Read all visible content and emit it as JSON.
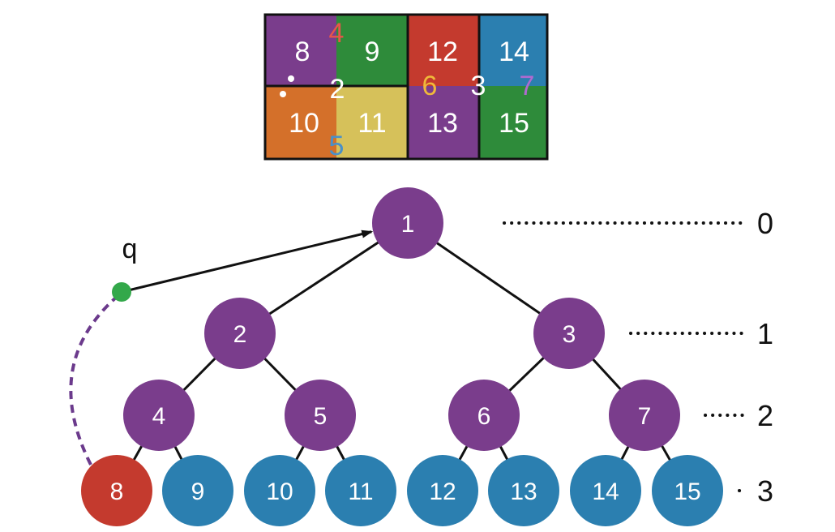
{
  "colors": {
    "purple": "#7a3d8c",
    "green": "#2e8b3a",
    "red": "#c43a2e",
    "blue": "#2b7fb0",
    "orange": "#d4702a",
    "yellow": "#d6c15a",
    "query_point": "#33a84a",
    "edge": "#111111"
  },
  "quadtree_grid": {
    "cells": [
      {
        "label": "8",
        "color": "purple"
      },
      {
        "label": "9",
        "color": "green"
      },
      {
        "label": "12",
        "color": "red"
      },
      {
        "label": "14",
        "color": "blue"
      },
      {
        "label": "10",
        "color": "orange"
      },
      {
        "label": "11",
        "color": "yellow"
      },
      {
        "label": "13",
        "color": "purple"
      },
      {
        "label": "15",
        "color": "green"
      }
    ],
    "overlay_labels": [
      {
        "text": "4",
        "color": "#e8554a"
      },
      {
        "text": "2",
        "color": "#ffffff"
      },
      {
        "text": "5",
        "color": "#4a90c8"
      },
      {
        "text": "6",
        "color": "#f0b93a"
      },
      {
        "text": "3",
        "color": "#ffffff"
      },
      {
        "text": "7",
        "color": "#b06ad0"
      }
    ]
  },
  "tree": {
    "nodes": [
      {
        "id": "1",
        "label": "1",
        "level": 0,
        "color": "purple"
      },
      {
        "id": "2",
        "label": "2",
        "level": 1,
        "color": "purple"
      },
      {
        "id": "3",
        "label": "3",
        "level": 1,
        "color": "purple"
      },
      {
        "id": "4",
        "label": "4",
        "level": 2,
        "color": "purple"
      },
      {
        "id": "5",
        "label": "5",
        "level": 2,
        "color": "purple"
      },
      {
        "id": "6",
        "label": "6",
        "level": 2,
        "color": "purple"
      },
      {
        "id": "7",
        "label": "7",
        "level": 2,
        "color": "purple"
      },
      {
        "id": "8",
        "label": "8",
        "level": 3,
        "color": "red"
      },
      {
        "id": "9",
        "label": "9",
        "level": 3,
        "color": "blue"
      },
      {
        "id": "10",
        "label": "10",
        "level": 3,
        "color": "blue"
      },
      {
        "id": "11",
        "label": "11",
        "level": 3,
        "color": "blue"
      },
      {
        "id": "12",
        "label": "12",
        "level": 3,
        "color": "blue"
      },
      {
        "id": "13",
        "label": "13",
        "level": 3,
        "color": "blue"
      },
      {
        "id": "14",
        "label": "14",
        "level": 3,
        "color": "blue"
      },
      {
        "id": "15",
        "label": "15",
        "level": 3,
        "color": "blue"
      }
    ],
    "edges": [
      [
        "1",
        "2"
      ],
      [
        "1",
        "3"
      ],
      [
        "2",
        "4"
      ],
      [
        "2",
        "5"
      ],
      [
        "3",
        "6"
      ],
      [
        "3",
        "7"
      ],
      [
        "4",
        "8"
      ],
      [
        "4",
        "9"
      ],
      [
        "5",
        "10"
      ],
      [
        "5",
        "11"
      ],
      [
        "6",
        "12"
      ],
      [
        "6",
        "13"
      ],
      [
        "7",
        "14"
      ],
      [
        "7",
        "15"
      ]
    ]
  },
  "levels": [
    {
      "label": "0"
    },
    {
      "label": "1"
    },
    {
      "label": "2"
    },
    {
      "label": "3"
    }
  ],
  "query": {
    "label": "q",
    "arrow_target": "1",
    "dashed_link_from": "8"
  }
}
